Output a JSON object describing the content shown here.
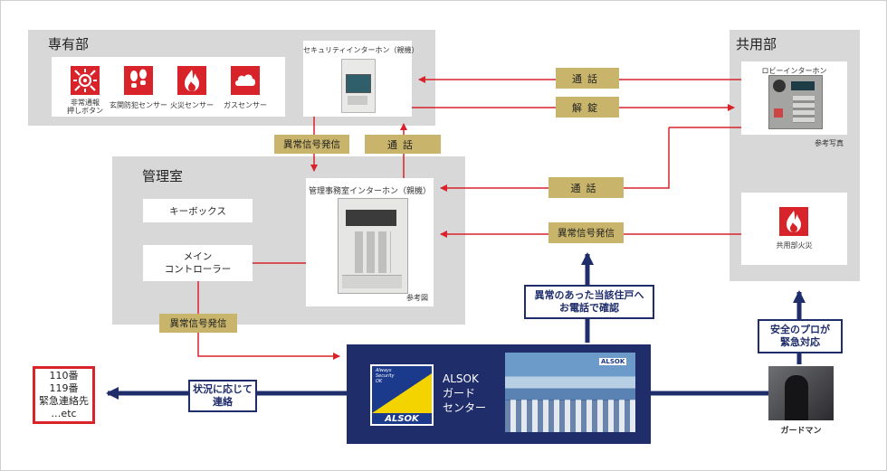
{
  "sections": {
    "exclusive": "専有部",
    "common": "共用部",
    "management": "管理室"
  },
  "sensors": [
    {
      "icon": "alarm-button-icon",
      "label": "非常通報\n押しボタン"
    },
    {
      "icon": "footprint-icon",
      "label": "玄関防犯センサー"
    },
    {
      "icon": "fire-icon",
      "label": "火災センサー"
    },
    {
      "icon": "gas-cloud-icon",
      "label": "ガスセンサー"
    }
  ],
  "security_intercom": {
    "title": "セキュリティインターホン（親機）"
  },
  "lobby_intercom": {
    "title": "ロビーインターホン",
    "note": "参考写真"
  },
  "common_fire": {
    "label": "共用部火災"
  },
  "management_intercom": {
    "title": "管理事務室インターホン（親機）",
    "note": "参考図"
  },
  "key_box": "キーボックス",
  "main_controller": "メイン\nコントローラー",
  "flow_labels": {
    "talk_top": "通話",
    "unlock": "解錠",
    "talk_mid": "通話",
    "alarm_mid": "異常信号発信",
    "alarm_vertical": "異常信号発信",
    "talk_vertical": "通話",
    "alarm_bottom": "異常信号発信"
  },
  "guard_center": {
    "badge_text": "Always\nSecurity\nOK",
    "logo": "ALSOK",
    "title": "ALSOK\nガード\nセンター",
    "photo_sign": "ALSOK"
  },
  "callouts": {
    "confirm_call": "異常のあった当該住戸へ\nお電話で確認",
    "pro_response": "安全のプロが\n緊急対応",
    "contact": "状況に応じて\n連絡"
  },
  "emergency_box": "110番\n119番\n緊急連絡先\n…etc",
  "guardman": "ガードマン",
  "colors": {
    "panel_gray": "#d8d8d8",
    "signal_red": "#d8232a",
    "navy": "#1f2d6b",
    "gold_label": "#c8b46a",
    "alsok_yellow": "#f4d400",
    "alsok_blue": "#1b3a8c"
  }
}
